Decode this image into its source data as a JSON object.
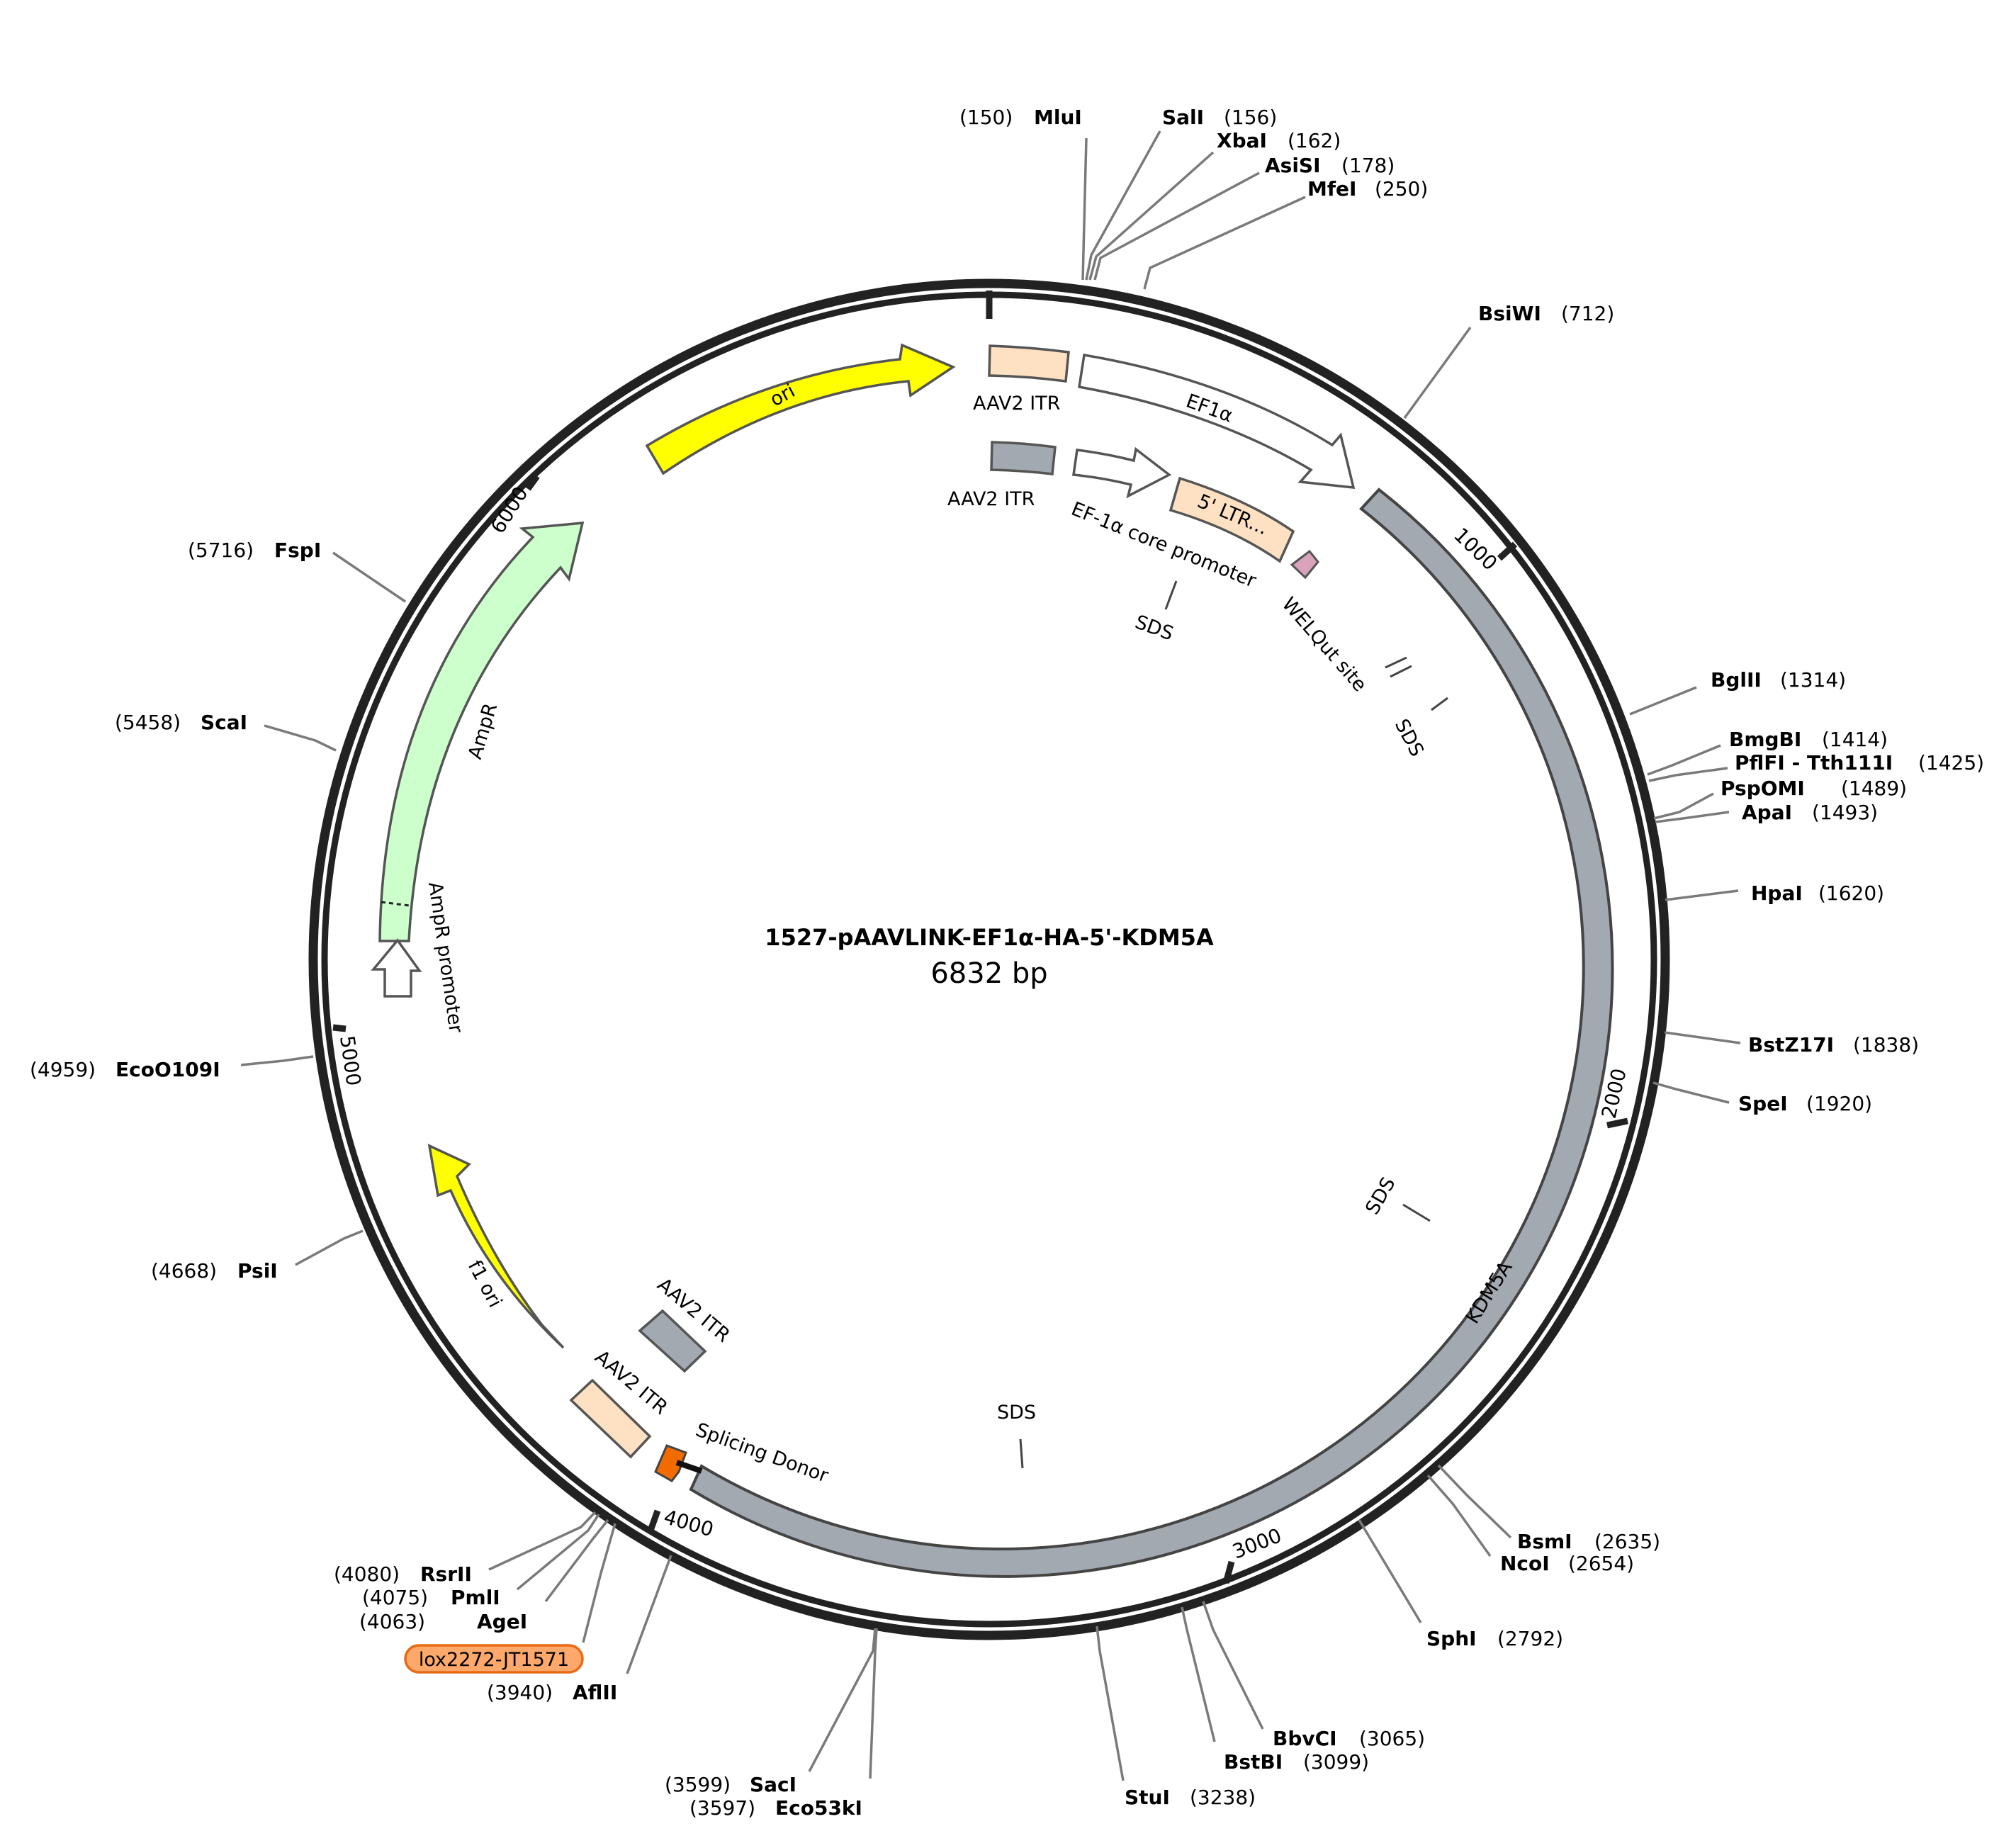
{
  "plasmid": {
    "name": "1527-pAAVLINK-EF1α-HA-5'-KDM5A",
    "size_label": "6832 bp",
    "length": 6832
  },
  "ticks": [
    {
      "pos": 0,
      "label": ""
    },
    {
      "pos": 1000,
      "label": "1000"
    },
    {
      "pos": 2000,
      "label": "2000"
    },
    {
      "pos": 3000,
      "label": "3000"
    },
    {
      "pos": 4000,
      "label": "4000"
    },
    {
      "pos": 5000,
      "label": "5000"
    },
    {
      "pos": 6000,
      "label": "6000"
    }
  ],
  "sites": [
    {
      "name": "MluI",
      "pos": "(150)",
      "bp": 150
    },
    {
      "name": "SalI",
      "pos": "(156)",
      "bp": 156
    },
    {
      "name": "XbaI",
      "pos": "(162)",
      "bp": 162
    },
    {
      "name": "AsiSI",
      "pos": "(178)",
      "bp": 178
    },
    {
      "name": "MfeI",
      "pos": "(250)",
      "bp": 250
    },
    {
      "name": "BsiWI",
      "pos": "(712)",
      "bp": 712
    },
    {
      "name": "BglII",
      "pos": "(1314)",
      "bp": 1314
    },
    {
      "name": "BmgBI",
      "pos": "(1414)",
      "bp": 1414
    },
    {
      "name": "PflFI - Tth111I",
      "pos": "(1425)",
      "bp": 1425
    },
    {
      "name": "PspOMI",
      "pos": "(1489)",
      "bp": 1489
    },
    {
      "name": "ApaI",
      "pos": "(1493)",
      "bp": 1493
    },
    {
      "name": "HpaI",
      "pos": "(1620)",
      "bp": 1620
    },
    {
      "name": "BstZ17I",
      "pos": "(1838)",
      "bp": 1838
    },
    {
      "name": "SpeI",
      "pos": "(1920)",
      "bp": 1920
    },
    {
      "name": "BsmI",
      "pos": "(2635)",
      "bp": 2635
    },
    {
      "name": "NcoI",
      "pos": "(2654)",
      "bp": 2654
    },
    {
      "name": "SphI",
      "pos": "(2792)",
      "bp": 2792
    },
    {
      "name": "BbvCI",
      "pos": "(3065)",
      "bp": 3065
    },
    {
      "name": "BstBI",
      "pos": "(3099)",
      "bp": 3099
    },
    {
      "name": "StuI",
      "pos": "(3238)",
      "bp": 3238
    },
    {
      "name": "SacI",
      "pos": "(3599)",
      "bp": 3599
    },
    {
      "name": "Eco53kI",
      "pos": "(3597)",
      "bp": 3597
    },
    {
      "name": "AflII",
      "pos": "(3940)",
      "bp": 3940
    },
    {
      "name": "AgeI",
      "pos": "(4063)",
      "bp": 4063
    },
    {
      "name": "PmlI",
      "pos": "(4075)",
      "bp": 4075
    },
    {
      "name": "RsrII",
      "pos": "(4080)",
      "bp": 4080
    },
    {
      "name": "PsiI",
      "pos": "(4668)",
      "bp": 4668
    },
    {
      "name": "EcoO109I",
      "pos": "(4959)",
      "bp": 4959
    },
    {
      "name": "ScaI",
      "pos": "(5458)",
      "bp": 5458
    },
    {
      "name": "FspI",
      "pos": "(5716)",
      "bp": 5716
    }
  ],
  "features": [
    {
      "name": "ori",
      "label": "ori",
      "color": "#ffff00",
      "type": "arrow"
    },
    {
      "name": "AAV2 ITR",
      "label": "AAV2 ITR",
      "color": "#fde1c2",
      "type": "box"
    },
    {
      "name": "EF1α",
      "label": "EF1α",
      "color": "#ffffff",
      "type": "arrow"
    },
    {
      "name": "AAV2 ITR",
      "label": "AAV2 ITR",
      "color": "#a3a9b0",
      "type": "box"
    },
    {
      "name": "EF-1α core promoter",
      "label": "EF-1α core promoter",
      "color": "#ffffff",
      "type": "arrow"
    },
    {
      "name": "5' LTR...",
      "label": "5' LTR...",
      "color": "#fde1c2",
      "type": "box"
    },
    {
      "name": "WELQut site",
      "label": "WELQut site",
      "color": "#d9a3bb",
      "type": "arrow"
    },
    {
      "name": "KDM5A",
      "label": "KDM5A",
      "color": "#a3a9b0",
      "type": "arc"
    },
    {
      "name": "AmpR",
      "label": "AmpR",
      "color": "#ccffcc",
      "type": "arrow"
    },
    {
      "name": "AmpR promoter",
      "label": "AmpR promoter",
      "color": "#ffffff",
      "type": "arrow"
    },
    {
      "name": "f1 ori",
      "label": "f1 ori",
      "color": "#ffff00",
      "type": "arrow"
    },
    {
      "name": "AAV2 ITR",
      "label": "AAV2 ITR",
      "color": "#a3a9b0",
      "type": "box"
    },
    {
      "name": "AAV2 ITR",
      "label": "AAV2 ITR",
      "color": "#fde1c2",
      "type": "box"
    },
    {
      "name": "Splicing Donor",
      "label": "Splicing Donor",
      "color": "#f26b00",
      "type": "arrow"
    }
  ],
  "sds_labels": [
    "SDS",
    "SDS",
    "SDS",
    "SDS"
  ],
  "primer": {
    "label": "lox2272-JT1571",
    "color": "#ffa86b",
    "border": "#e86a14"
  }
}
